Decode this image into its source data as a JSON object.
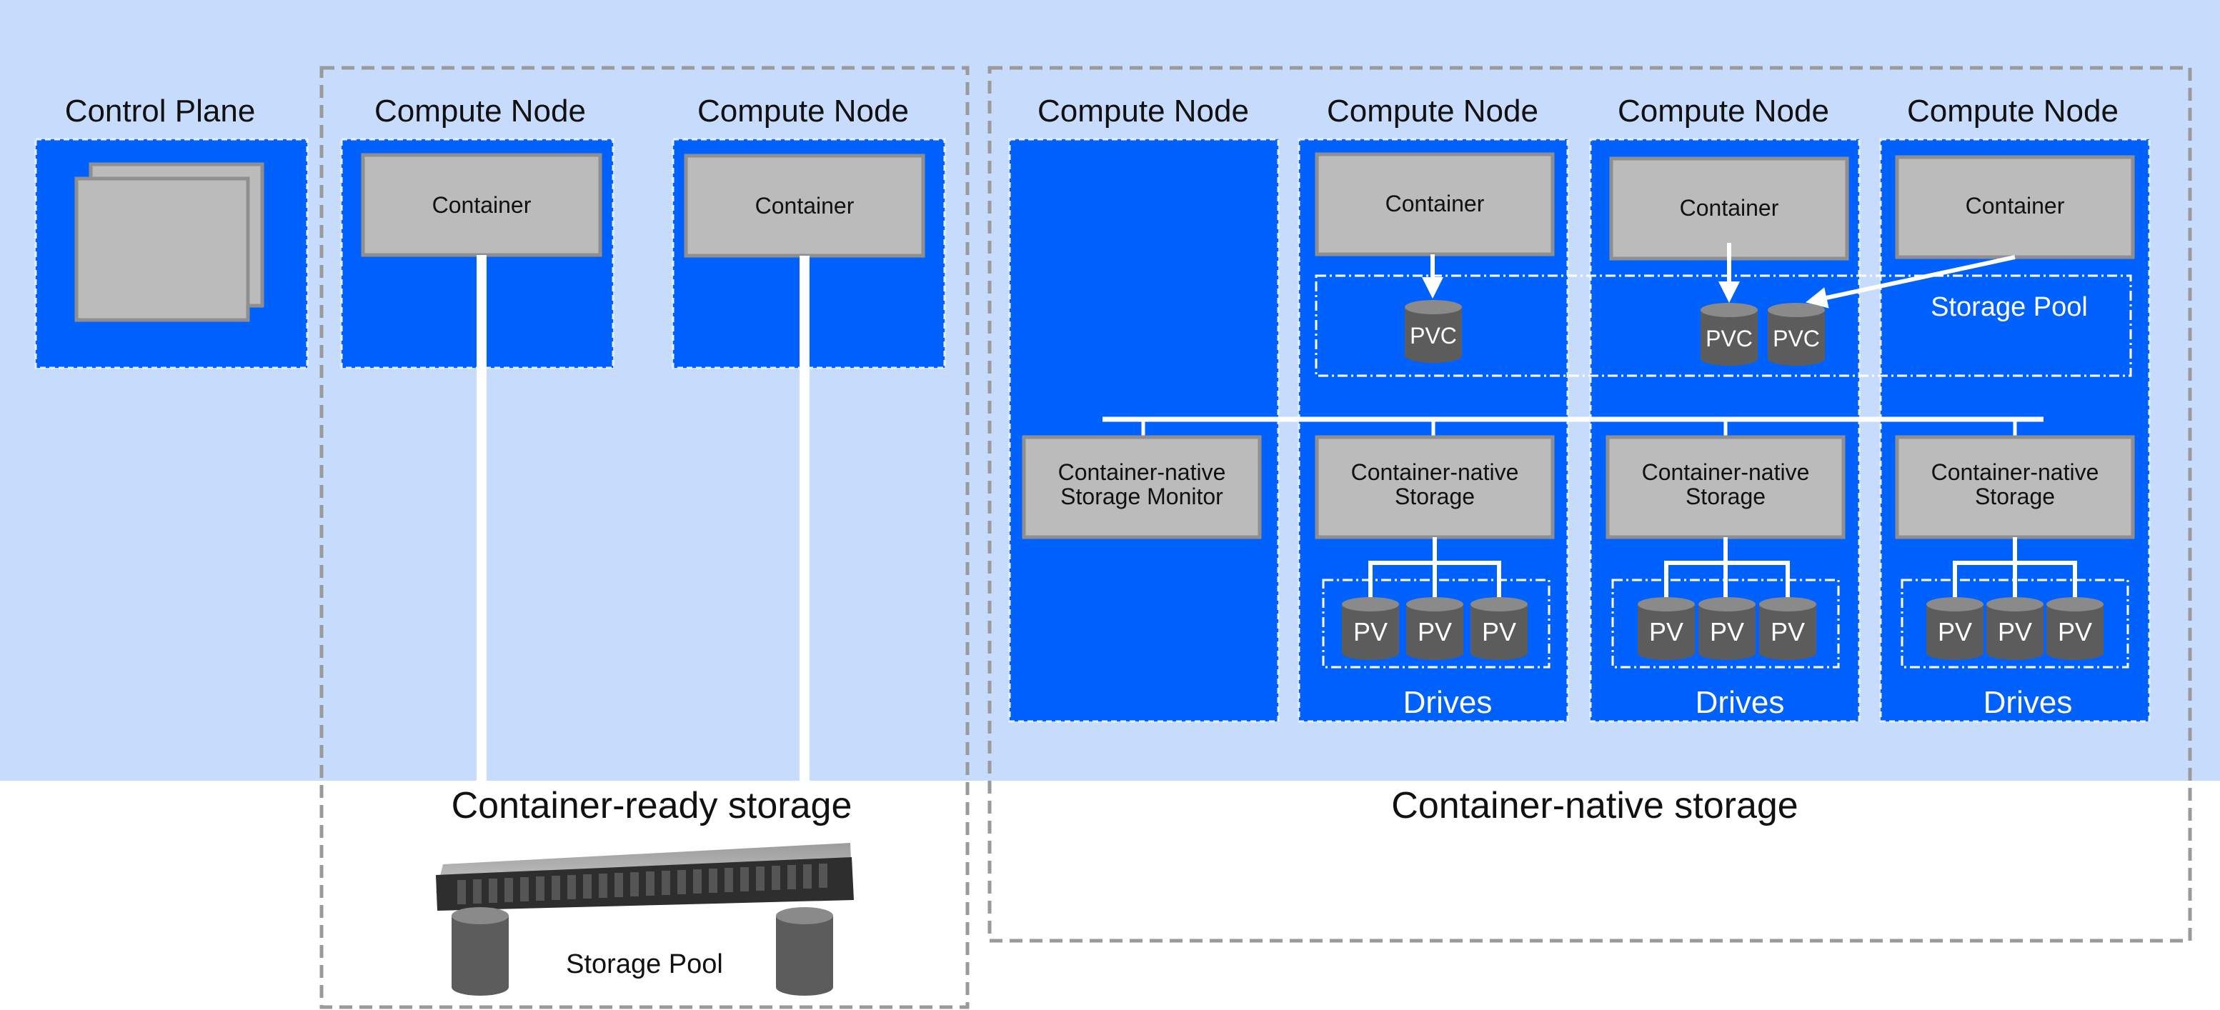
{
  "colors": {
    "band": "#c7dcfd",
    "node_blue": "#0061fd",
    "container_fill": "#bbbbbb",
    "container_stroke": "#8f8f8f",
    "cylinder": "#5c5c5c",
    "group_border": "#9a9a9a",
    "white": "#ffffff"
  },
  "nodes": {
    "control_plane": "Control Plane",
    "ready_1": "Compute Node",
    "ready_2": "Compute Node",
    "native_monitor": "Compute Node",
    "native_1": "Compute Node",
    "native_2": "Compute Node",
    "native_3": "Compute Node"
  },
  "containers": {
    "ready_1": "Container",
    "ready_2": "Container",
    "native_1": "Container",
    "native_2": "Container",
    "native_3": "Container"
  },
  "services": {
    "monitor": [
      "Container-native",
      "Storage Monitor"
    ],
    "storage_1": [
      "Container-native",
      "Storage"
    ],
    "storage_2": [
      "Container-native",
      "Storage"
    ],
    "storage_3": [
      "Container-native",
      "Storage"
    ]
  },
  "pvc": {
    "a": "PVC",
    "b": "PVC",
    "c": "PVC"
  },
  "pv_label": "PV",
  "drives": {
    "d1": "Drives",
    "d2": "Drives",
    "d3": "Drives"
  },
  "storage_pool_native": "Storage Pool",
  "storage_pool_ready": "Storage Pool",
  "group_labels": {
    "ready": "Container-ready storage",
    "native": "Container-native storage"
  }
}
